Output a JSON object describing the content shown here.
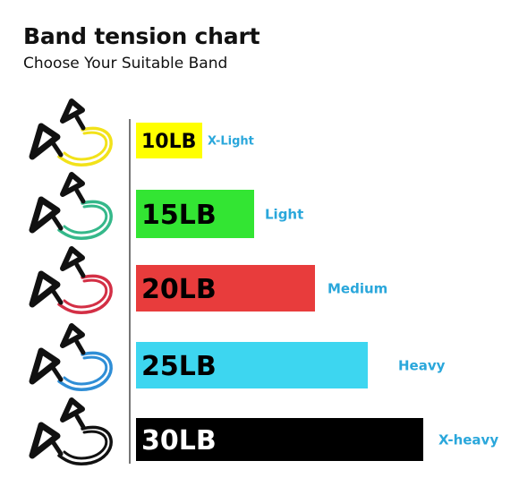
{
  "chart_data": {
    "type": "bar",
    "orientation": "horizontal",
    "title": "Band tension chart",
    "subtitle": "Choose Your Suitable Band",
    "categories": [
      "10LB",
      "15LB",
      "20LB",
      "25LB",
      "30LB"
    ],
    "values": [
      10,
      15,
      20,
      25,
      30
    ],
    "levels": [
      "X-Light",
      "Light",
      "Medium",
      "Heavy",
      "X-heavy"
    ],
    "bar_colors": [
      "#ffff00",
      "#33e533",
      "#e83c3c",
      "#3dd6f0",
      "#000000"
    ],
    "text_colors": [
      "#000000",
      "#000000",
      "#000000",
      "#000000",
      "#ffffff"
    ],
    "band_colors": [
      "#f2e21a",
      "#35b88a",
      "#d32f45",
      "#2f8ed6",
      "#111111"
    ],
    "level_color": "#2aa7db",
    "icon": "resistance-band-icon",
    "grid": false,
    "legend": "none"
  }
}
